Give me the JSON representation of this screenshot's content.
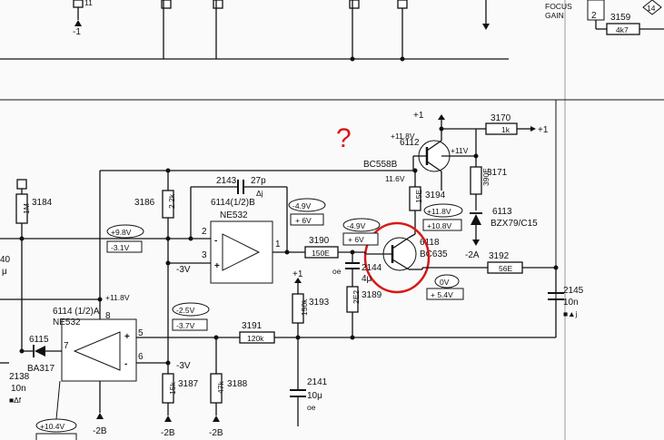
{
  "top": {
    "net_11": "11",
    "net_minus1": "-1",
    "focus_gain": [
      "FOCUS",
      "GAIN"
    ],
    "pin2": "2",
    "r3159_ref": "3159",
    "r3159_val": "4k7",
    "page_ref": "14"
  },
  "annotation": {
    "question_mark": "?"
  },
  "rails": {
    "plus1_top": "+1",
    "plus11_8": "+11.8V",
    "plus11_8_left": "+11.8V",
    "plus11v": "+11V",
    "v11_6": "11.6V",
    "plus1_right": "+1",
    "plus1_r3193": "+1",
    "minus2a": "-2A",
    "minus3v": "-3V",
    "minus3v_b": "-3V",
    "minus2b_left": "-2B",
    "minus2b_mid": "-2B",
    "minus2b_right": "-2B"
  },
  "components": {
    "q6112": {
      "ref": "6112",
      "type": "BC558B"
    },
    "q6118": {
      "ref": "6118",
      "type": "BC635"
    },
    "d6113": {
      "ref": "6113",
      "type": "BZX79/C15"
    },
    "d6115": {
      "ref": "6115",
      "type": "BA317"
    },
    "ic_b": {
      "ref": "6114(1/2)B",
      "type": "NE532",
      "pin2": "2",
      "pin3": "3",
      "pin1": "1",
      "plus": "+",
      "minus": "-"
    },
    "ic_a": {
      "ref": "6114 (1/2)A",
      "type": "NE532",
      "pin8": "8",
      "pin7": "7",
      "pin5": "5",
      "pin6": "6",
      "plus": "+",
      "minus": "-"
    },
    "r3170": {
      "ref": "3170",
      "val": "1k"
    },
    "r3171": {
      "ref": "3171",
      "val": "390E"
    },
    "r3194": {
      "ref": "3194",
      "val": "15E"
    },
    "r3190": {
      "ref": "3190",
      "val": "150E"
    },
    "r3192": {
      "ref": "3192",
      "val": "56E"
    },
    "r3189": {
      "ref": "3189",
      "val": "2E2"
    },
    "r3193": {
      "ref": "3193",
      "val": "150k"
    },
    "r3191": {
      "ref": "3191",
      "val": "120k"
    },
    "r3186": {
      "ref": "3186",
      "val": "2.2k"
    },
    "r3184": {
      "ref": "3184",
      "val": "1M"
    },
    "r3187": {
      "ref": "3187",
      "val": "15k"
    },
    "r3188": {
      "ref": "3188",
      "val": "47k"
    },
    "c2143": {
      "ref": "2143",
      "val": "27p",
      "note": "Δj"
    },
    "c2144": {
      "ref": "2144",
      "val": "4μ",
      "note": "oe"
    },
    "c2145": {
      "ref": "2145",
      "val": "10n",
      "note": "■▲j"
    },
    "c2141": {
      "ref": "2141",
      "val": "10μ",
      "note": "oe"
    },
    "c2138": {
      "ref": "2138",
      "val": "10n",
      "note": "■Δf"
    },
    "left_cut": {
      "ref": "40",
      "val": "μ"
    }
  },
  "voltages": {
    "v_plus9_8": "+9.8V",
    "v_minus3_1": "-3.1V",
    "v_minus4_9_top": "-4.9V",
    "v_plus6_top": "+ 6V",
    "v_minus4_9": "-4.9V",
    "v_plus6": "+ 6V",
    "v_plus11_8": "+11.8V",
    "v_plus10_8": "+10.8V",
    "v_0": "0V",
    "v_plus5_4": "+ 5.4V",
    "v_minus2_5": "-2.5V",
    "v_minus3_7": "-3.7V",
    "v_plus10_4": "+10.4V"
  }
}
